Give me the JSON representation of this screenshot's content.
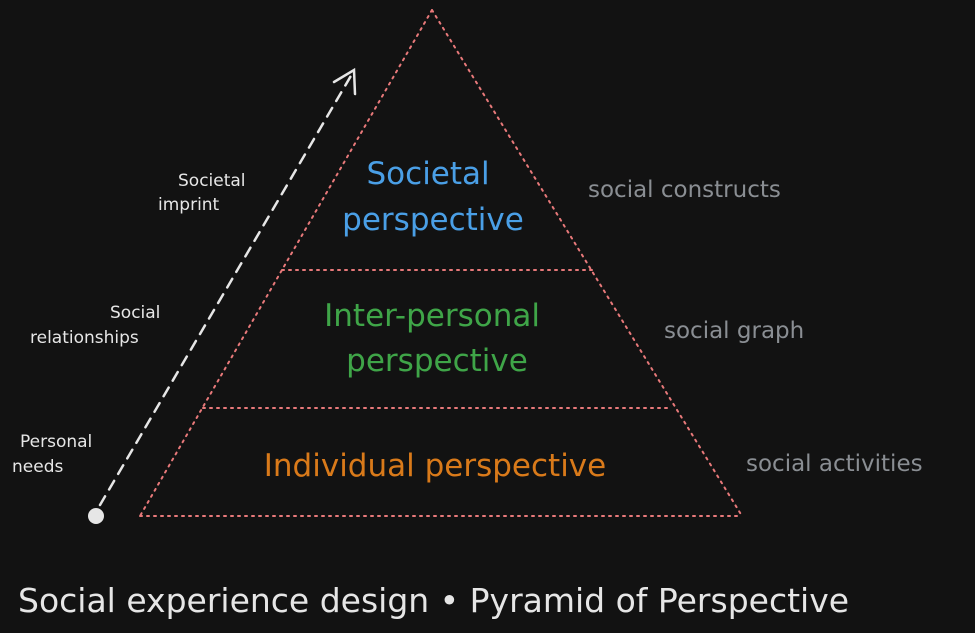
{
  "colors": {
    "background": "#121212",
    "pyramid_outline": "#e8797a",
    "arrow": "#e6e6e6",
    "side_labels": "#8a8e93",
    "left_labels": "#e6e6e6",
    "caption": "#e6e6e6"
  },
  "levels": [
    {
      "id": "societal",
      "title_lines": [
        "Societal",
        "perspective"
      ],
      "title_color": "#4a9fe6",
      "side_label": "social constructs"
    },
    {
      "id": "interpersonal",
      "title_lines": [
        "Inter-personal",
        "perspective"
      ],
      "title_color": "#3fa548",
      "side_label": "social graph"
    },
    {
      "id": "individual",
      "title_lines": [
        "Individual perspective"
      ],
      "title_color": "#d97a1a",
      "side_label": "social activities"
    }
  ],
  "arrow_labels": {
    "societal": [
      "Societal",
      "imprint"
    ],
    "relationships": [
      "Social",
      "relationships"
    ],
    "personal": [
      "Personal",
      "needs"
    ]
  },
  "caption": "Social experience design • Pyramid of Perspective"
}
